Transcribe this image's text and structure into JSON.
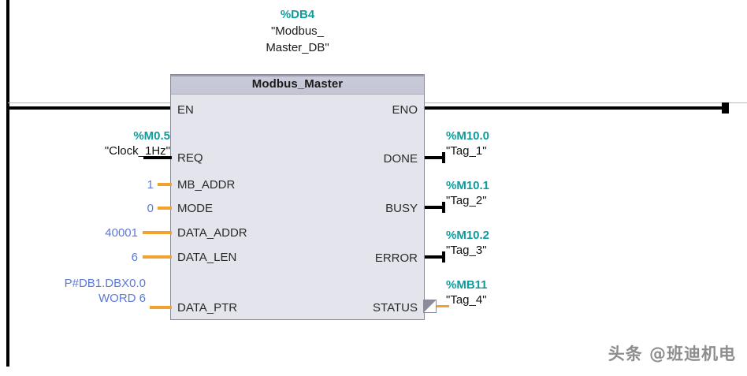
{
  "editor": {
    "type": "ladder-logic-network",
    "rail_color": "#000000",
    "block_fill": "#e3e4ec",
    "block_header_fill": "#c9cbda",
    "accent_teal": "#0f9b9b",
    "accent_blue": "#5c79d6",
    "accent_orange": "#f2a22e"
  },
  "instance_db": {
    "address": "%DB4",
    "name": "\"Modbus_\nMaster_DB\"",
    "name_line1": "\"Modbus_",
    "name_line2": "Master_DB\""
  },
  "block": {
    "title": "Modbus_Master",
    "inputs": [
      {
        "pin": "EN",
        "operand_address": "",
        "operand_name": "",
        "wire": "black"
      },
      {
        "pin": "REQ",
        "operand_address": "%M0.5",
        "operand_name": "\"Clock_1Hz\"",
        "wire": "black"
      },
      {
        "pin": "MB_ADDR",
        "operand_address": "",
        "operand_name": "1",
        "wire": "orange"
      },
      {
        "pin": "MODE",
        "operand_address": "",
        "operand_name": "0",
        "wire": "orange"
      },
      {
        "pin": "DATA_ADDR",
        "operand_address": "",
        "operand_name": "40001",
        "wire": "orange"
      },
      {
        "pin": "DATA_LEN",
        "operand_address": "",
        "operand_name": "6",
        "wire": "orange"
      },
      {
        "pin": "DATA_PTR",
        "operand_address": "P#DB1.DBX0.0",
        "operand_name": "WORD 6",
        "wire": "orange"
      }
    ],
    "outputs": [
      {
        "pin": "ENO",
        "operand_address": "",
        "operand_name": "",
        "wire": "black"
      },
      {
        "pin": "DONE",
        "operand_address": "%M10.0",
        "operand_name": "\"Tag_1\"",
        "wire": "black"
      },
      {
        "pin": "BUSY",
        "operand_address": "%M10.1",
        "operand_name": "\"Tag_2\"",
        "wire": "black"
      },
      {
        "pin": "ERROR",
        "operand_address": "%M10.2",
        "operand_name": "\"Tag_3\"",
        "wire": "black"
      },
      {
        "pin": "STATUS",
        "operand_address": "%MB11",
        "operand_name": "\"Tag_4\"",
        "wire": "orange"
      }
    ]
  },
  "watermark": {
    "text": "头条 @班迪机电"
  }
}
